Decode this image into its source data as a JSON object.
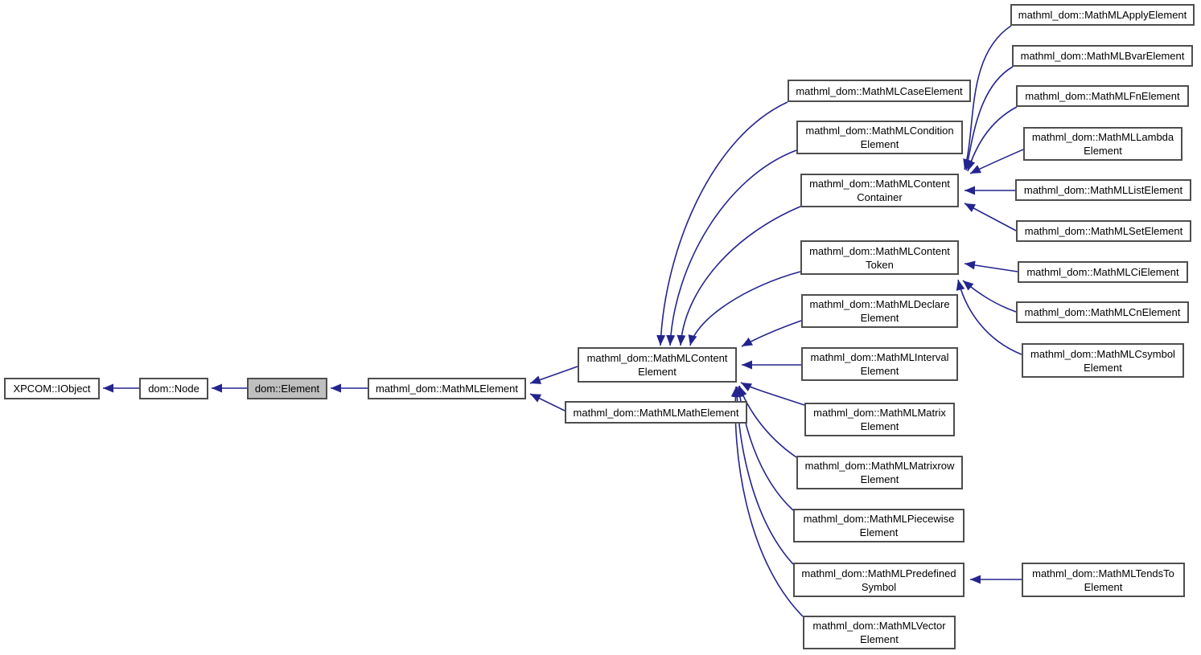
{
  "diagram": {
    "type": "class-inheritance-graph",
    "colors": {
      "edge_color": "#24248f",
      "node_border": "#4e4e4e",
      "node_fill": "#ffffff",
      "highlight_fill": "#bfbfbf",
      "background": "#ffffff",
      "text": "#000000"
    },
    "highlighted_node": "dom-element",
    "nodes": {
      "iobject": {
        "label": "XPCOM::IObject"
      },
      "node": {
        "label": "dom::Node"
      },
      "dom_element": {
        "label": "dom::Element"
      },
      "mathml_element": {
        "label": "mathml_dom::MathMLElement"
      },
      "content_element": {
        "label": "mathml_dom::MathMLContent\nElement"
      },
      "math_element": {
        "label": "mathml_dom::MathMLMathElement"
      },
      "case_element": {
        "label": "mathml_dom::MathMLCaseElement"
      },
      "condition_element": {
        "label": "mathml_dom::MathMLCondition\nElement"
      },
      "content_container": {
        "label": "mathml_dom::MathMLContent\nContainer"
      },
      "content_token": {
        "label": "mathml_dom::MathMLContent\nToken"
      },
      "declare_element": {
        "label": "mathml_dom::MathMLDeclare\nElement"
      },
      "interval_element": {
        "label": "mathml_dom::MathMLInterval\nElement"
      },
      "matrix_element": {
        "label": "mathml_dom::MathMLMatrix\nElement"
      },
      "matrixrow_element": {
        "label": "mathml_dom::MathMLMatrixrow\nElement"
      },
      "piecewise_element": {
        "label": "mathml_dom::MathMLPiecewise\nElement"
      },
      "predefined_symbol": {
        "label": "mathml_dom::MathMLPredefined\nSymbol"
      },
      "vector_element": {
        "label": "mathml_dom::MathMLVector\nElement"
      },
      "apply_element": {
        "label": "mathml_dom::MathMLApplyElement"
      },
      "bvar_element": {
        "label": "mathml_dom::MathMLBvarElement"
      },
      "fn_element": {
        "label": "mathml_dom::MathMLFnElement"
      },
      "lambda_element": {
        "label": "mathml_dom::MathMLLambda\nElement"
      },
      "list_element": {
        "label": "mathml_dom::MathMLListElement"
      },
      "set_element": {
        "label": "mathml_dom::MathMLSetElement"
      },
      "ci_element": {
        "label": "mathml_dom::MathMLCiElement"
      },
      "cn_element": {
        "label": "mathml_dom::MathMLCnElement"
      },
      "csymbol_element": {
        "label": "mathml_dom::MathMLCsymbol\nElement"
      },
      "tendsto_element": {
        "label": "mathml_dom::MathMLTendsTo\nElement"
      }
    },
    "edges": [
      {
        "from": "node",
        "to": "iobject"
      },
      {
        "from": "dom_element",
        "to": "node"
      },
      {
        "from": "mathml_element",
        "to": "dom_element"
      },
      {
        "from": "content_element",
        "to": "mathml_element"
      },
      {
        "from": "math_element",
        "to": "mathml_element"
      },
      {
        "from": "case_element",
        "to": "content_element"
      },
      {
        "from": "condition_element",
        "to": "content_element"
      },
      {
        "from": "content_container",
        "to": "content_element"
      },
      {
        "from": "content_token",
        "to": "content_element"
      },
      {
        "from": "declare_element",
        "to": "content_element"
      },
      {
        "from": "interval_element",
        "to": "content_element"
      },
      {
        "from": "matrix_element",
        "to": "content_element"
      },
      {
        "from": "matrixrow_element",
        "to": "content_element"
      },
      {
        "from": "piecewise_element",
        "to": "content_element"
      },
      {
        "from": "predefined_symbol",
        "to": "content_element"
      },
      {
        "from": "vector_element",
        "to": "content_element"
      },
      {
        "from": "apply_element",
        "to": "content_container"
      },
      {
        "from": "bvar_element",
        "to": "content_container"
      },
      {
        "from": "fn_element",
        "to": "content_container"
      },
      {
        "from": "lambda_element",
        "to": "content_container"
      },
      {
        "from": "list_element",
        "to": "content_container"
      },
      {
        "from": "set_element",
        "to": "content_container"
      },
      {
        "from": "ci_element",
        "to": "content_token"
      },
      {
        "from": "cn_element",
        "to": "content_token"
      },
      {
        "from": "csymbol_element",
        "to": "content_token"
      },
      {
        "from": "tendsto_element",
        "to": "predefined_symbol"
      }
    ]
  }
}
